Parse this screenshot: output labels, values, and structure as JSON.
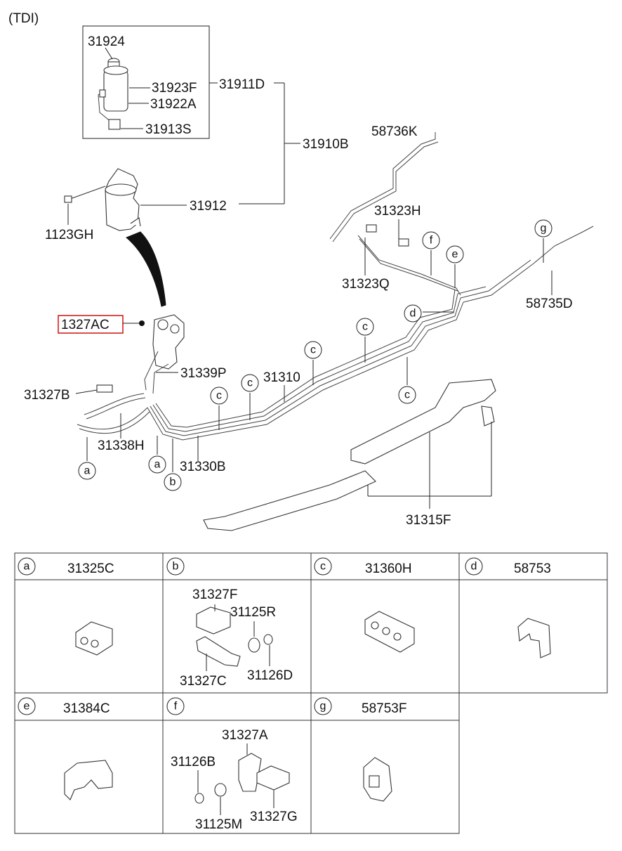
{
  "header": {
    "variant": "(TDI)"
  },
  "labels": {
    "p31924": "31924",
    "p31923F": "31923F",
    "p31922A": "31922A",
    "p31913S": "31913S",
    "p31911D": "31911D",
    "p31910B": "31910B",
    "p58736K": "58736K",
    "p31912": "31912",
    "p1123GH": "1123GH",
    "p31323H": "31323H",
    "p31323Q": "31323Q",
    "p58735D": "58735D",
    "p1327AC": "1327AC",
    "p31339P": "31339P",
    "p31310": "31310",
    "p31327B": "31327B",
    "p31338H": "31338H",
    "p31330B": "31330B",
    "p31315F": "31315F"
  },
  "callouts": {
    "a1": "a",
    "a2": "a",
    "b1": "b",
    "c1": "c",
    "c2": "c",
    "c3": "c",
    "c4": "c",
    "c5": "c",
    "d1": "d",
    "e1": "e",
    "f1": "f",
    "g1": "g"
  },
  "parts_table": {
    "cells": [
      {
        "letter": "a",
        "part": "31325C",
        "sub": []
      },
      {
        "letter": "b",
        "part": "",
        "sub": [
          "31327F",
          "31125R",
          "31327C",
          "31126D"
        ]
      },
      {
        "letter": "c",
        "part": "31360H",
        "sub": []
      },
      {
        "letter": "d",
        "part": "58753",
        "sub": []
      },
      {
        "letter": "e",
        "part": "31384C",
        "sub": []
      },
      {
        "letter": "f",
        "part": "",
        "sub": [
          "31327A",
          "31126B",
          "31125M",
          "31327G"
        ]
      },
      {
        "letter": "g",
        "part": "58753F",
        "sub": []
      }
    ]
  },
  "colors": {
    "highlight": "#d32020",
    "line": "#222222",
    "background": "#ffffff"
  }
}
